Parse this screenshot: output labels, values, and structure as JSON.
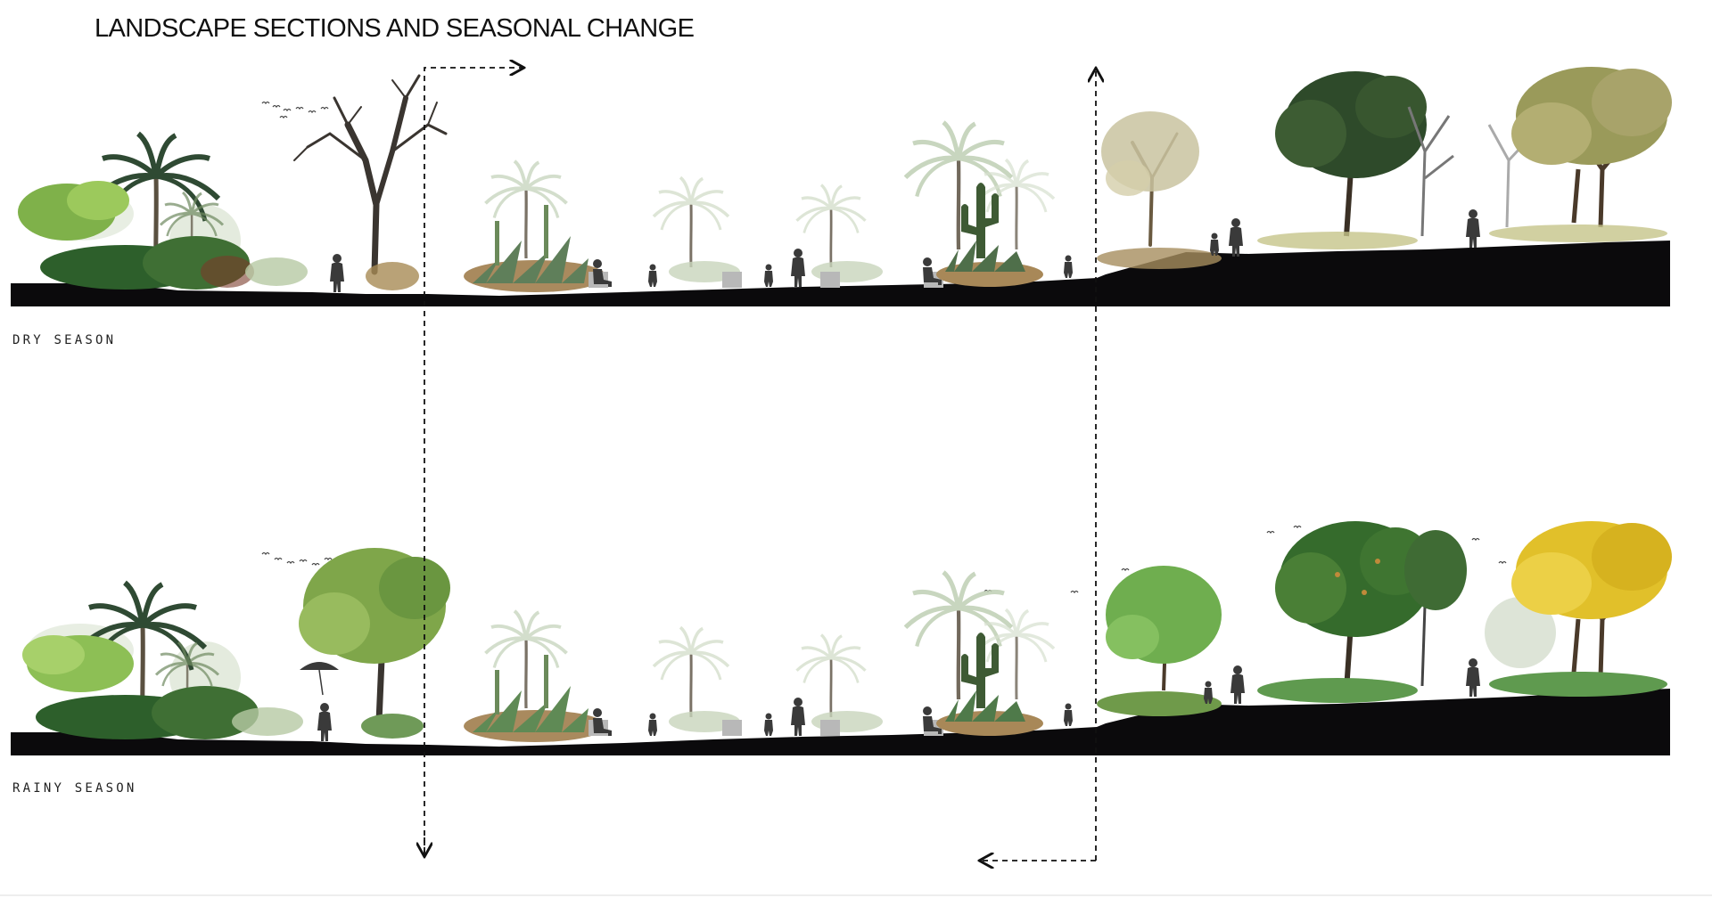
{
  "title": "LANDSCAPE SECTIONS AND SEASONAL CHANGE",
  "sections": {
    "dry": {
      "label": "DRY SEASON"
    },
    "rainy": {
      "label": "RAINY SEASON"
    }
  },
  "colors": {
    "ground": "#0b0a0c",
    "silhouette": "#3a3a3a",
    "palm": "#2f4a33",
    "shrub_dark": "#2e5a2a",
    "shrub_light": "#8fbf5a",
    "dry_tree": "#8c7a5a",
    "rainy_tree": "#4f7f3a",
    "yellow_tree": "#e8c624",
    "agave": "#5f7f5a",
    "soil": "#b58c5a",
    "faded_palm": "#c9d6c0"
  },
  "icons": {
    "arrow": "dashed-arrow-icon",
    "person": "person-silhouette-icon",
    "tree": "tree-icon",
    "palm": "palm-icon",
    "cactus": "cactus-icon"
  }
}
